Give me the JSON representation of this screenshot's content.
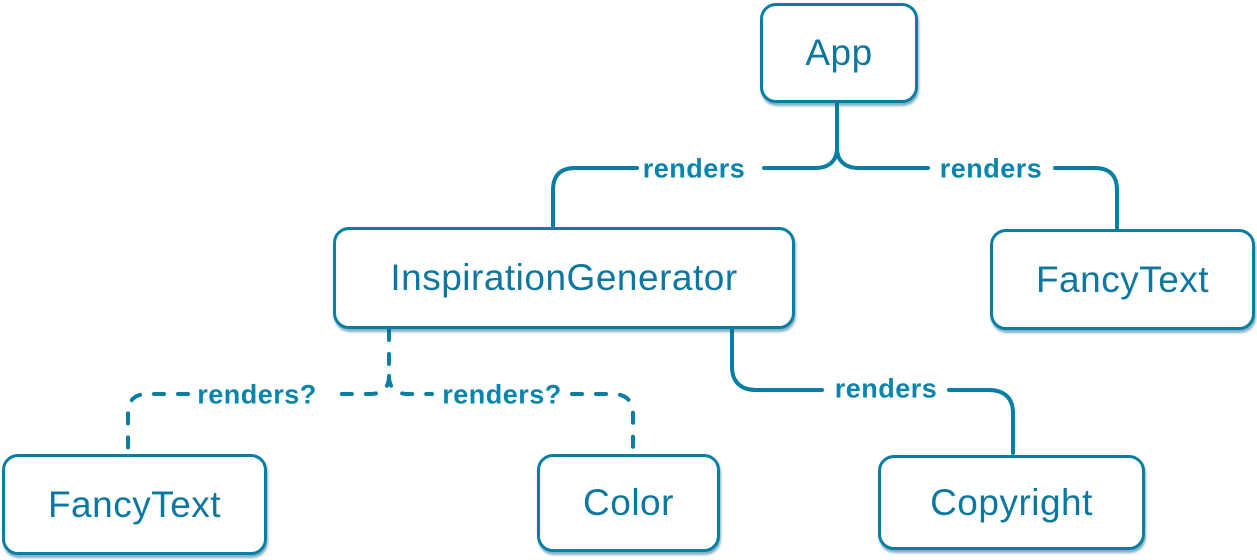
{
  "diagram": {
    "accent_color": "#087ea4",
    "node_fill": "#ffffff",
    "nodes": [
      {
        "id": "app",
        "label": "App"
      },
      {
        "id": "inspiration-generator",
        "label": "InspirationGenerator"
      },
      {
        "id": "fancy-text-top",
        "label": "FancyText"
      },
      {
        "id": "fancy-text-bottom",
        "label": "FancyText"
      },
      {
        "id": "color",
        "label": "Color"
      },
      {
        "id": "copyright",
        "label": "Copyright"
      }
    ],
    "edges": [
      {
        "id": "app-to-inspiration-generator",
        "from": "App",
        "to": "InspirationGenerator",
        "label": "renders",
        "style": "solid"
      },
      {
        "id": "app-to-fancy-text",
        "from": "App",
        "to": "FancyText",
        "label": "renders",
        "style": "solid"
      },
      {
        "id": "inspiration-generator-to-fancy-text",
        "from": "InspirationGenerator",
        "to": "FancyText",
        "label": "renders?",
        "style": "dashed"
      },
      {
        "id": "inspiration-generator-to-color",
        "from": "InspirationGenerator",
        "to": "Color",
        "label": "renders?",
        "style": "dashed"
      },
      {
        "id": "inspiration-generator-to-copyright",
        "from": "InspirationGenerator",
        "to": "Copyright",
        "label": "renders",
        "style": "solid"
      }
    ]
  }
}
